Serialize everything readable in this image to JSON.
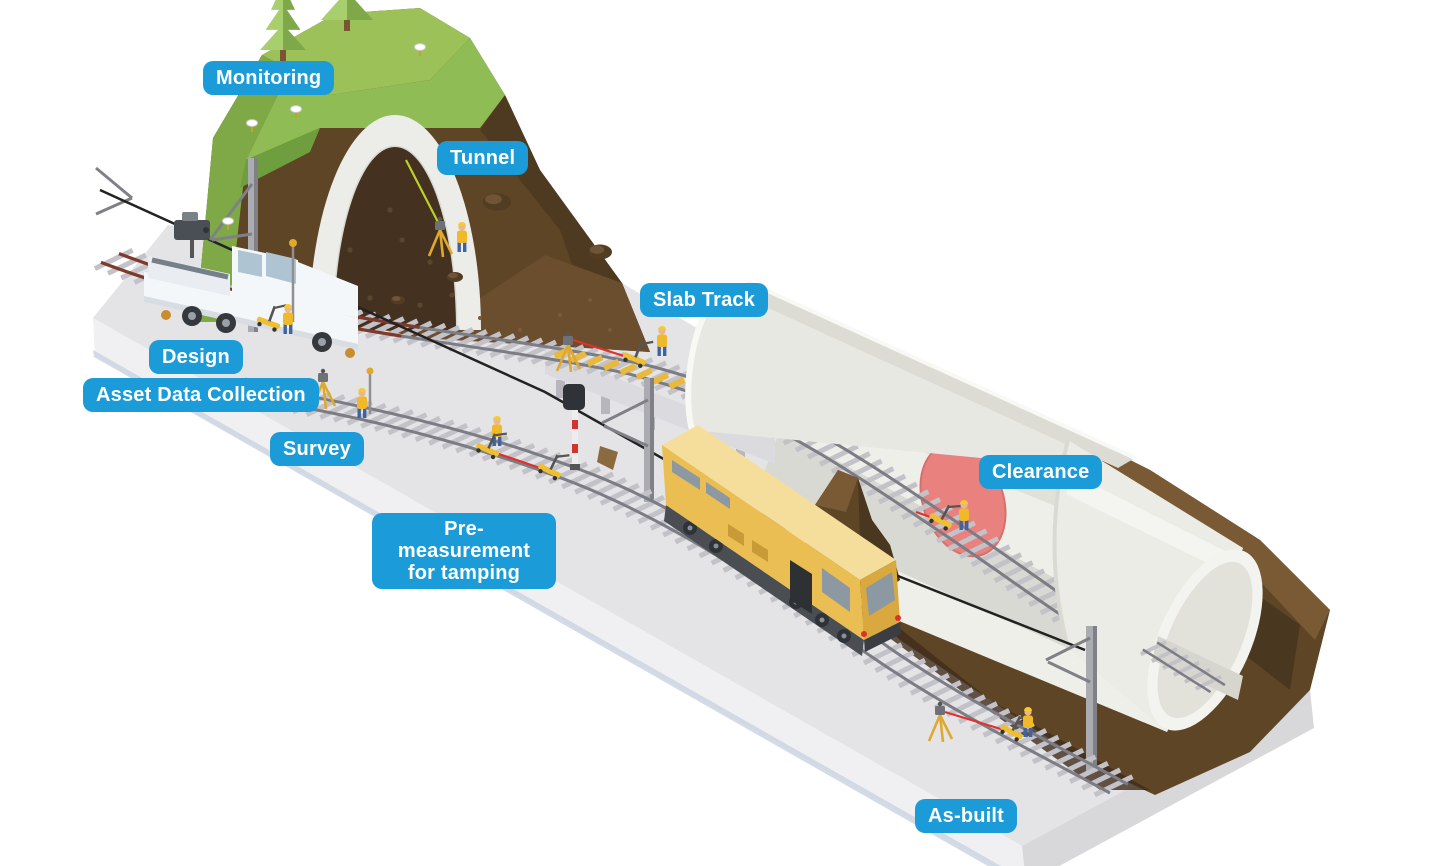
{
  "diagram": {
    "description": "Isometric illustration of railway construction and surveying workflow",
    "labels": [
      {
        "id": "monitoring",
        "text": "Monitoring"
      },
      {
        "id": "tunnel",
        "text": "Tunnel"
      },
      {
        "id": "slab-track",
        "text": "Slab Track"
      },
      {
        "id": "design",
        "text": "Design"
      },
      {
        "id": "asset-data-collection",
        "text": "Asset Data Collection"
      },
      {
        "id": "survey",
        "text": "Survey"
      },
      {
        "id": "pre-measurement-for-tamping",
        "text": "Pre-measurement for tamping"
      },
      {
        "id": "clearance",
        "text": "Clearance"
      },
      {
        "id": "as-built",
        "text": "As-built"
      }
    ]
  },
  "colors": {
    "label_bg": "#1B9CD8",
    "label_text": "#FFFFFF",
    "platform": "#E4E4E7",
    "platform_front": "#F0F0F2",
    "platform_side": "#D8D8DB",
    "platform_edge": "#CBD5E3",
    "grass_light": "#9CC159",
    "grass_mid": "#8FBC54",
    "grass_dark": "#7FA847",
    "grass_deep": "#6F9E3E",
    "earth": "#5E4526",
    "earth_ground": "#6B4E2E",
    "earth_dark": "#4A3720",
    "earth_deep": "#3E2C1B",
    "earth_light": "#7A5A35",
    "portal_ring": "#ECECE8",
    "portal_inner": "#44311F",
    "tube": "#EFEFEA",
    "tube_shade": "#DFDFD8",
    "tube_dark": "#C9C9C0",
    "tube_floor": "#D9D9D3",
    "sheet": "#E8E8E2",
    "sheet_rim": "#F8F8F4",
    "clearance_pink": "#E9827E",
    "rail": "#7C7C85",
    "tie": "#C2C2C8",
    "rust_rail": "#7E3B2B",
    "slab": "#DBDBDF",
    "slab_tie": "#E8B93A",
    "mast": "#AAACB2",
    "mast_dark": "#7F8187",
    "wire": "#222222",
    "laser_red": "#E0312D",
    "laser_green": "#BCCF2A",
    "machine_yellow": "#EABE52",
    "machine_roof": "#F5DD9B",
    "machine_front": "#D9A93F",
    "machine_dark": "#4A4E52",
    "window_glass": "#8C98A2",
    "truck_white": "#F4F7F9",
    "glass": "#AFC4D2",
    "wheel_dark": "#35393D",
    "jacket": "#F0B92A",
    "helmet": "#F7CB2D",
    "pants": "#3F63A0",
    "skin": "#E8B88A",
    "tripod": "#DFA92F",
    "signal_red": "#D0342C",
    "tree_light": "#A8CF6E",
    "tree_dark": "#7FA84A",
    "trunk": "#7A5433",
    "light_red": "#E03028"
  }
}
